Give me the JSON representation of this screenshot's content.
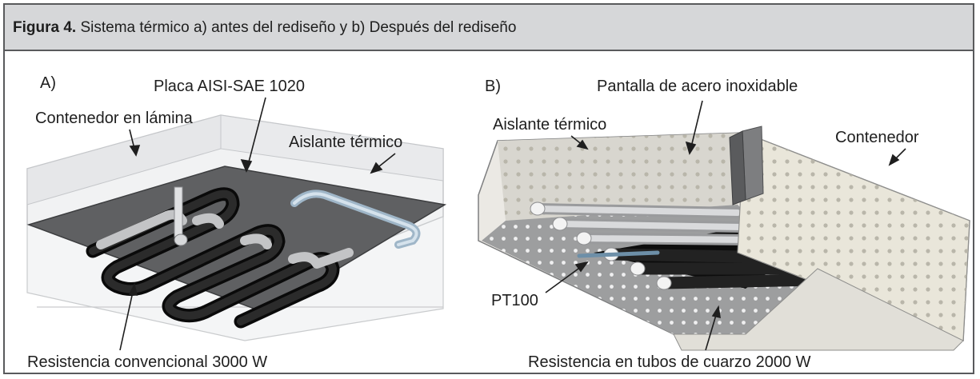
{
  "caption": {
    "number": "Figura 4.",
    "text": " Sistema térmico a) antes del rediseño y b) Después del rediseño"
  },
  "panel_a": {
    "letter": "A)",
    "labels": {
      "plate": "Placa AISI-SAE 1020",
      "container": "Contenedor en lámina",
      "insulation": "Aislante térmico",
      "resistance": "Resistencia convencional 3000 W"
    }
  },
  "panel_b": {
    "letter": "B)",
    "labels": {
      "screen": "Pantalla de acero inoxidable",
      "insulation": "Aislante térmico",
      "container": "Contenedor",
      "sensor": "PT100",
      "resistance": "Resistencia en tubos de cuarzo 2000 W"
    }
  },
  "colors": {
    "caption_bg": "#d6d7d9",
    "frame_border": "#595a5c",
    "plate": "#5f6062",
    "coil": "#0a0a0a",
    "perforated_wall": "#e9e6da",
    "tube": "#c9ccd0"
  }
}
